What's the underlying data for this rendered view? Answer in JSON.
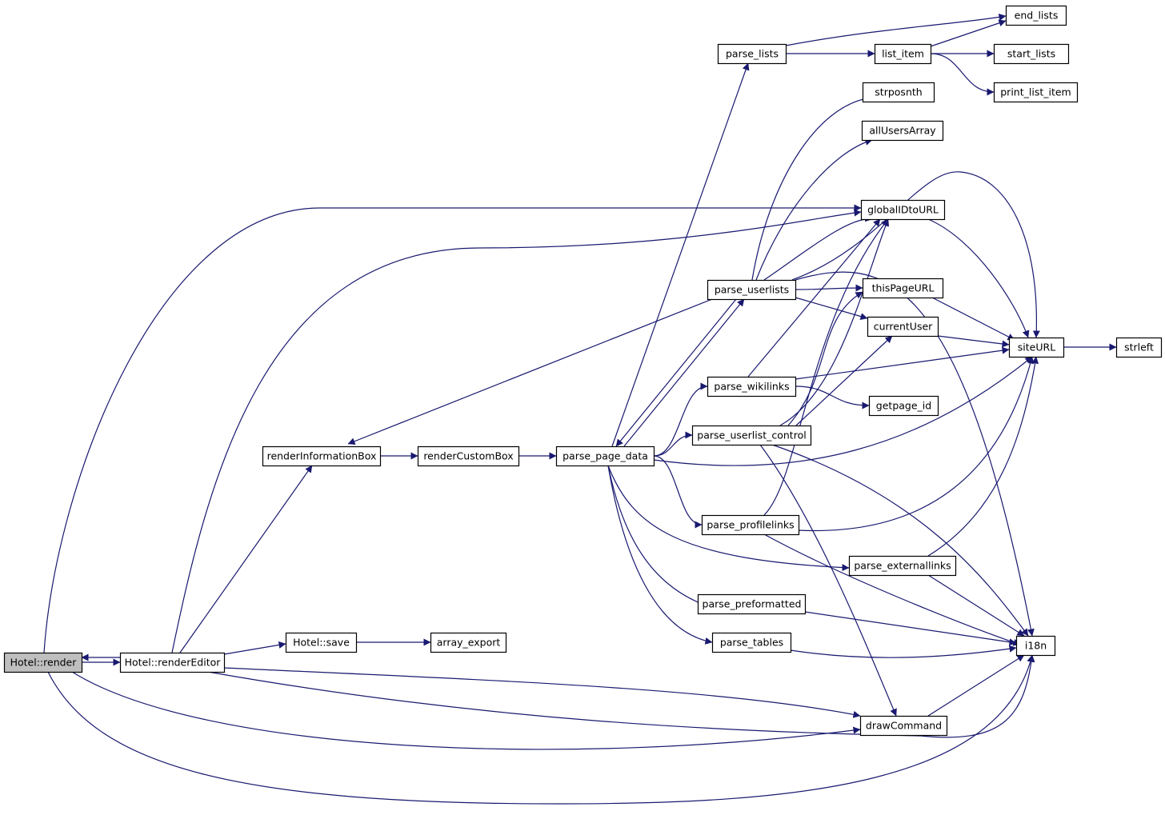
{
  "colors": {
    "edge": "#191970",
    "node_fill": "#ffffff",
    "root_fill": "#bfbfbf",
    "border": "#000000"
  },
  "nodes": [
    {
      "id": "render",
      "label": "Hotel::render",
      "root": true
    },
    {
      "id": "renderEditor",
      "label": "Hotel::renderEditor"
    },
    {
      "id": "renderInformationBox",
      "label": "renderInformationBox"
    },
    {
      "id": "renderCustomBox",
      "label": "renderCustomBox"
    },
    {
      "id": "parse_page_data",
      "label": "parse_page_data"
    },
    {
      "id": "save",
      "label": "Hotel::save"
    },
    {
      "id": "array_export",
      "label": "array_export"
    },
    {
      "id": "parse_lists",
      "label": "parse_lists"
    },
    {
      "id": "list_item",
      "label": "list_item"
    },
    {
      "id": "end_lists",
      "label": "end_lists"
    },
    {
      "id": "start_lists",
      "label": "start_lists"
    },
    {
      "id": "print_list_item",
      "label": "print_list_item"
    },
    {
      "id": "strposnth",
      "label": "strposnth"
    },
    {
      "id": "allUsersArray",
      "label": "allUsersArray"
    },
    {
      "id": "globalIDtoURL",
      "label": "globalIDtoURL"
    },
    {
      "id": "parse_userlists",
      "label": "parse_userlists"
    },
    {
      "id": "thisPageURL",
      "label": "thisPageURL"
    },
    {
      "id": "currentUser",
      "label": "currentUser"
    },
    {
      "id": "siteURL",
      "label": "siteURL"
    },
    {
      "id": "strleft",
      "label": "strleft"
    },
    {
      "id": "parse_wikilinks",
      "label": "parse_wikilinks"
    },
    {
      "id": "getpage_id",
      "label": "getpage_id"
    },
    {
      "id": "parse_userlist_control",
      "label": "parse_userlist_control"
    },
    {
      "id": "parse_profilelinks",
      "label": "parse_profilelinks"
    },
    {
      "id": "parse_externallinks",
      "label": "parse_externallinks"
    },
    {
      "id": "parse_preformatted",
      "label": "parse_preformatted"
    },
    {
      "id": "parse_tables",
      "label": "parse_tables"
    },
    {
      "id": "i18n",
      "label": "i18n"
    },
    {
      "id": "drawCommand",
      "label": "drawCommand"
    }
  ],
  "edges": [
    {
      "from": "render",
      "to": "renderEditor"
    },
    {
      "from": "renderEditor",
      "to": "render"
    },
    {
      "from": "render",
      "to": "globalIDtoURL"
    },
    {
      "from": "render",
      "to": "drawCommand"
    },
    {
      "from": "render",
      "to": "i18n"
    },
    {
      "from": "renderEditor",
      "to": "globalIDtoURL"
    },
    {
      "from": "renderEditor",
      "to": "renderInformationBox"
    },
    {
      "from": "renderEditor",
      "to": "save"
    },
    {
      "from": "renderEditor",
      "to": "drawCommand"
    },
    {
      "from": "renderEditor",
      "to": "i18n"
    },
    {
      "from": "save",
      "to": "array_export"
    },
    {
      "from": "renderInformationBox",
      "to": "renderCustomBox"
    },
    {
      "from": "renderCustomBox",
      "to": "parse_page_data"
    },
    {
      "from": "parse_page_data",
      "to": "parse_lists"
    },
    {
      "from": "parse_page_data",
      "to": "parse_userlists"
    },
    {
      "from": "parse_userlists",
      "to": "parse_page_data"
    },
    {
      "from": "parse_page_data",
      "to": "parse_wikilinks"
    },
    {
      "from": "parse_page_data",
      "to": "parse_userlist_control"
    },
    {
      "from": "parse_page_data",
      "to": "siteURL"
    },
    {
      "from": "parse_page_data",
      "to": "parse_profilelinks"
    },
    {
      "from": "parse_page_data",
      "to": "parse_externallinks"
    },
    {
      "from": "parse_page_data",
      "to": "parse_preformatted"
    },
    {
      "from": "parse_page_data",
      "to": "parse_tables"
    },
    {
      "from": "parse_lists",
      "to": "list_item"
    },
    {
      "from": "parse_lists",
      "to": "end_lists"
    },
    {
      "from": "list_item",
      "to": "end_lists"
    },
    {
      "from": "list_item",
      "to": "start_lists"
    },
    {
      "from": "list_item",
      "to": "print_list_item"
    },
    {
      "from": "parse_userlists",
      "to": "renderInformationBox"
    },
    {
      "from": "parse_userlists",
      "to": "strposnth"
    },
    {
      "from": "parse_userlists",
      "to": "allUsersArray"
    },
    {
      "from": "parse_userlists",
      "to": "globalIDtoURL"
    },
    {
      "from": "parse_userlists",
      "to": "siteURL"
    },
    {
      "from": "parse_userlists",
      "to": "thisPageURL"
    },
    {
      "from": "parse_userlists",
      "to": "currentUser"
    },
    {
      "from": "parse_userlists",
      "to": "i18n"
    },
    {
      "from": "globalIDtoURL",
      "to": "siteURL"
    },
    {
      "from": "thisPageURL",
      "to": "siteURL"
    },
    {
      "from": "currentUser",
      "to": "siteURL"
    },
    {
      "from": "siteURL",
      "to": "strleft"
    },
    {
      "from": "parse_wikilinks",
      "to": "globalIDtoURL"
    },
    {
      "from": "parse_wikilinks",
      "to": "siteURL"
    },
    {
      "from": "parse_wikilinks",
      "to": "getpage_id"
    },
    {
      "from": "parse_userlist_control",
      "to": "globalIDtoURL"
    },
    {
      "from": "parse_userlist_control",
      "to": "thisPageURL"
    },
    {
      "from": "parse_userlist_control",
      "to": "currentUser"
    },
    {
      "from": "parse_userlist_control",
      "to": "drawCommand"
    },
    {
      "from": "parse_userlist_control",
      "to": "i18n"
    },
    {
      "from": "parse_profilelinks",
      "to": "globalIDtoURL"
    },
    {
      "from": "parse_profilelinks",
      "to": "siteURL"
    },
    {
      "from": "parse_profilelinks",
      "to": "i18n"
    },
    {
      "from": "parse_externallinks",
      "to": "siteURL"
    },
    {
      "from": "parse_externallinks",
      "to": "i18n"
    },
    {
      "from": "parse_preformatted",
      "to": "i18n"
    },
    {
      "from": "parse_tables",
      "to": "i18n"
    },
    {
      "from": "drawCommand",
      "to": "i18n"
    }
  ]
}
